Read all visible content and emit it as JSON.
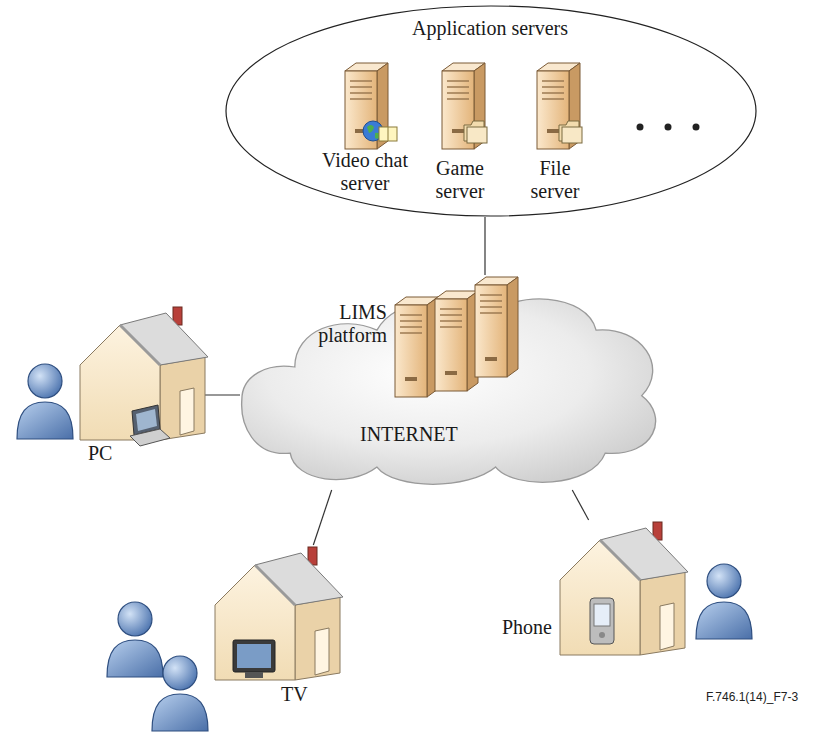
{
  "diagram": {
    "nodes": [
      {
        "text": [
          "Application servers"
        ]
      },
      {
        "text": [
          "Video chat server"
        ],
        "in": 0
      },
      {
        "text": [
          "Game server"
        ],
        "in": 0
      },
      {
        "text": [
          "File server"
        ],
        "in": 0
      },
      {
        "text": [
          "LIMS platform"
        ]
      },
      {
        "text": [
          "INTERNET"
        ]
      },
      {
        "text": [
          "PC"
        ]
      },
      {
        "text": [
          "TV"
        ]
      },
      {
        "text": [
          "Phone"
        ]
      }
    ],
    "edges": [
      {
        "from": 0,
        "to": 4,
        "arrow": "none"
      },
      {
        "from": 6,
        "to": 5,
        "arrow": "none"
      },
      {
        "from": 7,
        "to": 5,
        "arrow": "none"
      },
      {
        "from": 8,
        "to": 5,
        "arrow": "none"
      }
    ],
    "labels": [
      "F.746.1(14)_F7-3"
    ]
  }
}
